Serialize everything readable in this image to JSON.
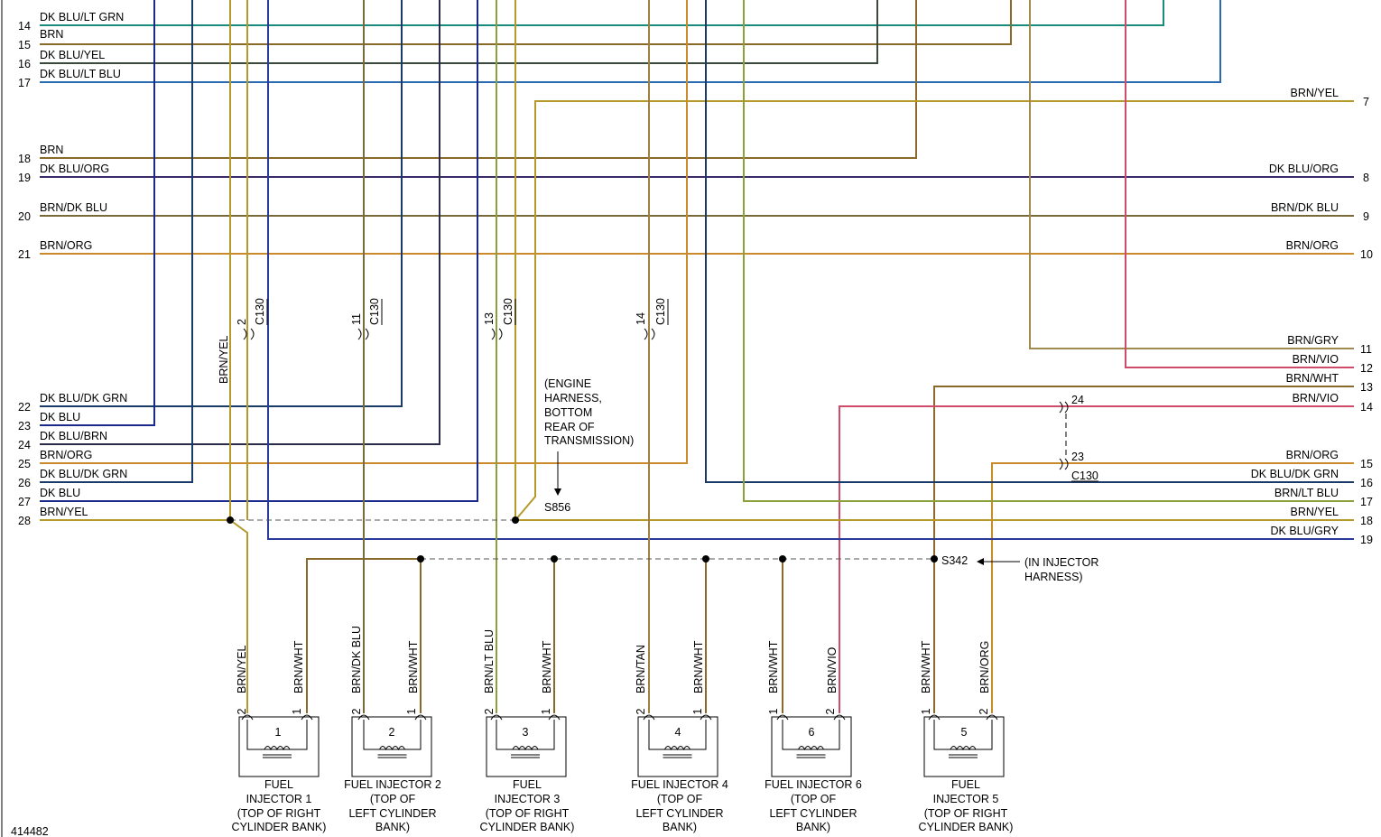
{
  "colors": {
    "BRN": "#8a6a2a",
    "BRN/YEL": "#b59a2a",
    "BRN/ORG": "#c88a2a",
    "BRN/DK BLU": "#7a6a3a",
    "BRN/LT BLU": "#8aa03a",
    "BRN/GRY": "#a08a50",
    "BRN/VIO": "#c85078",
    "BRN/WHT": "#8a6a2a",
    "BRN/TAN": "#a08040",
    "DK BLU": "#1a2a8a",
    "DK BLU/LT GRN": "#1a8a7a",
    "DK BLU/YEL": "#3a4a3a",
    "DK BLU/LT BLU": "#2a6ab0",
    "DK BLU/ORG": "#3a2a6a",
    "DK BLU/DK GRN": "#1a3a6a",
    "DK BLU/BRN": "#2a2a4a",
    "DK BLU/GRY": "#2a3a9a",
    "VIO": "#d04a6a"
  },
  "left_wires": [
    {
      "pin": "14",
      "label": "DK BLU/LT GRN"
    },
    {
      "pin": "15",
      "label": "BRN"
    },
    {
      "pin": "16",
      "label": "DK BLU/YEL"
    },
    {
      "pin": "17",
      "label": "DK BLU/LT BLU"
    },
    {
      "pin": "18",
      "label": "BRN"
    },
    {
      "pin": "19",
      "label": "DK BLU/ORG"
    },
    {
      "pin": "20",
      "label": "BRN/DK BLU"
    },
    {
      "pin": "21",
      "label": "BRN/ORG"
    },
    {
      "pin": "22",
      "label": "DK BLU/DK GRN"
    },
    {
      "pin": "23",
      "label": "DK BLU"
    },
    {
      "pin": "24",
      "label": "DK BLU/BRN"
    },
    {
      "pin": "25",
      "label": "BRN/ORG"
    },
    {
      "pin": "26",
      "label": "DK BLU/DK GRN"
    },
    {
      "pin": "27",
      "label": "DK BLU"
    },
    {
      "pin": "28",
      "label": "BRN/YEL"
    }
  ],
  "right_wires": [
    {
      "pin": "7",
      "label": "BRN/YEL"
    },
    {
      "pin": "8",
      "label": "DK BLU/ORG"
    },
    {
      "pin": "9",
      "label": "BRN/DK BLU"
    },
    {
      "pin": "10",
      "label": "BRN/ORG"
    },
    {
      "pin": "11",
      "label": "BRN/GRY"
    },
    {
      "pin": "12",
      "label": "BRN/VIO"
    },
    {
      "pin": "13",
      "label": "BRN/WHT"
    },
    {
      "pin": "14",
      "label": "BRN/VIO"
    },
    {
      "pin": "15",
      "label": "BRN/ORG"
    },
    {
      "pin": "16",
      "label": "DK BLU/DK GRN"
    },
    {
      "pin": "17",
      "label": "BRN/LT BLU"
    },
    {
      "pin": "18",
      "label": "BRN/YEL"
    },
    {
      "pin": "19",
      "label": "DK BLU/GRY"
    }
  ],
  "connectors": {
    "c130": "C130",
    "pins": [
      "2",
      "11",
      "13",
      "14"
    ],
    "right_pin_a": "24",
    "right_pin_b": "23"
  },
  "vertical_labels": {
    "brn_yel_upper": "BRN/YEL"
  },
  "splices": {
    "s856": "S856",
    "s342": "S342"
  },
  "notes": {
    "engine_harness": [
      "(ENGINE",
      "HARNESS,",
      "BOTTOM",
      "REAR OF",
      "TRANSMISSION)"
    ],
    "injector_harness": [
      "(IN INJECTOR",
      "HARNESS)"
    ]
  },
  "injectors": [
    {
      "number": "1",
      "left_pin": "2",
      "right_pin": "1",
      "left_wire": "BRN/YEL",
      "right_wire": "BRN/WHT",
      "caption": [
        "FUEL",
        "INJECTOR 1",
        "(TOP OF RIGHT",
        "CYLINDER BANK)"
      ]
    },
    {
      "number": "2",
      "left_pin": "2",
      "right_pin": "1",
      "left_wire": "BRN/DK BLU",
      "right_wire": "BRN/WHT",
      "caption": [
        "FUEL INJECTOR 2",
        "(TOP OF",
        "LEFT CYLINDER",
        "BANK)"
      ]
    },
    {
      "number": "3",
      "left_pin": "2",
      "right_pin": "1",
      "left_wire": "BRN/LT BLU",
      "right_wire": "BRN/WHT",
      "caption": [
        "FUEL",
        "INJECTOR 3",
        "(TOP OF RIGHT",
        "CYLINDER BANK)"
      ]
    },
    {
      "number": "4",
      "left_pin": "2",
      "right_pin": "1",
      "left_wire": "BRN/TAN",
      "right_wire": "BRN/WHT",
      "caption": [
        "FUEL INJECTOR 4",
        "(TOP OF",
        "LEFT CYLINDER",
        "BANK)"
      ]
    },
    {
      "number": "6",
      "left_pin": "1",
      "right_pin": "2",
      "left_wire": "BRN/WHT",
      "right_wire": "BRN/VIO",
      "caption": [
        "FUEL INJECTOR 6",
        "(TOP OF",
        "LEFT CYLINDER",
        "BANK)"
      ]
    },
    {
      "number": "5",
      "left_pin": "1",
      "right_pin": "2",
      "left_wire": "BRN/WHT",
      "right_wire": "BRN/ORG",
      "caption": [
        "FUEL",
        "INJECTOR 5",
        "(TOP OF RIGHT",
        "CYLINDER BANK)"
      ]
    }
  ],
  "figure_id": "414482"
}
